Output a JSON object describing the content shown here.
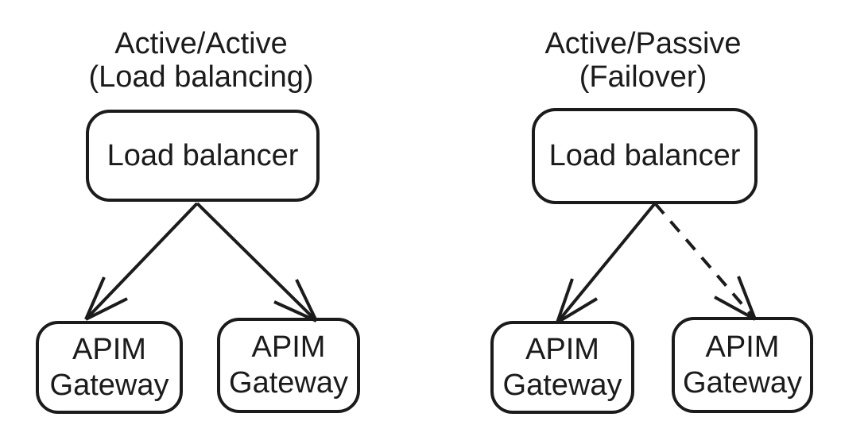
{
  "colors": {
    "ink": "#1b1b1b",
    "background": "#ffffff",
    "box_fill": "#ffffff"
  },
  "diagrams": [
    {
      "title_line1": "Active/Active",
      "title_line2": "(Load balancing)",
      "load_balancer": {
        "label": "Load balancer"
      },
      "gateways": [
        {
          "label_line1": "APIM",
          "label_line2": "Gateway"
        },
        {
          "label_line1": "APIM",
          "label_line2": "Gateway"
        }
      ],
      "connections": [
        {
          "from": "load-balancer",
          "to": "gateway-1",
          "style": "solid",
          "dash": "none"
        },
        {
          "from": "load-balancer",
          "to": "gateway-2",
          "style": "solid",
          "dash": "none"
        }
      ]
    },
    {
      "title_line1": "Active/Passive",
      "title_line2": "(Failover)",
      "load_balancer": {
        "label": "Load balancer"
      },
      "gateways": [
        {
          "label_line1": "APIM",
          "label_line2": "Gateway"
        },
        {
          "label_line1": "APIM",
          "label_line2": "Gateway"
        }
      ],
      "connections": [
        {
          "from": "load-balancer",
          "to": "gateway-1",
          "style": "solid",
          "dash": "none"
        },
        {
          "from": "load-balancer",
          "to": "gateway-2",
          "style": "dashed",
          "dash": "17 13"
        }
      ]
    }
  ]
}
